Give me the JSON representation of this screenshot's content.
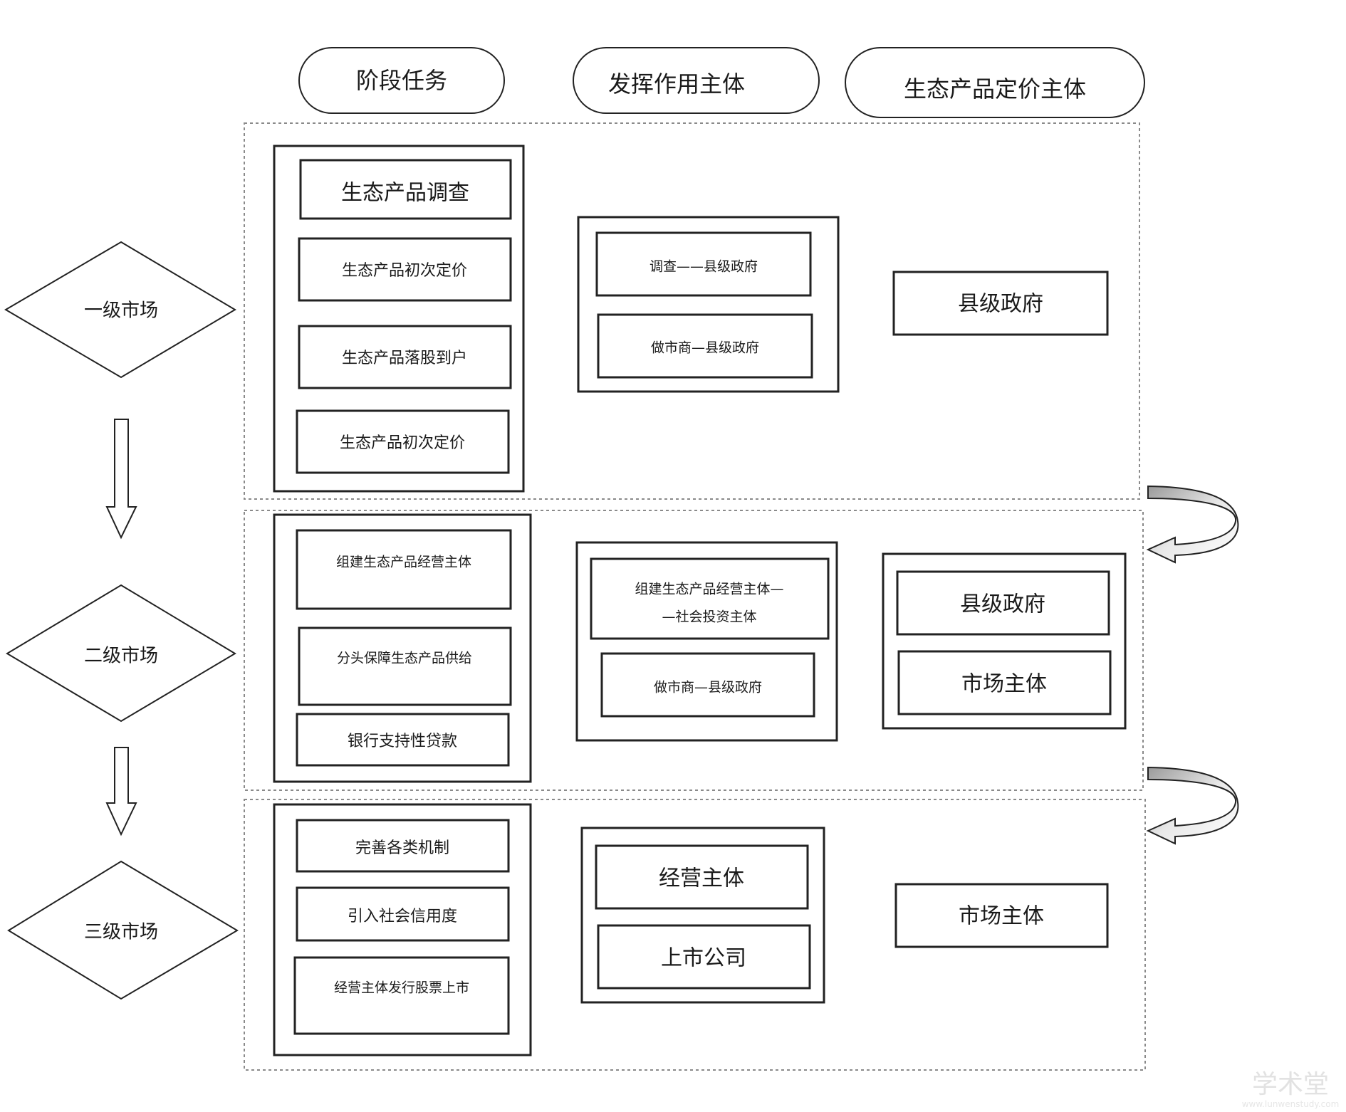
{
  "headers": {
    "stage_tasks": "阶段任务",
    "acting_entities": "发挥作用主体",
    "pricing_entities": "生态产品定价主体"
  },
  "markets": {
    "primary": "一级市场",
    "secondary": "二级市场",
    "tertiary": "三级市场"
  },
  "level1": {
    "tasks": [
      "生态产品调查",
      "生态产品初次定价",
      "生态产品落股到户",
      "生态产品初次定价"
    ],
    "actors": [
      "调查——县级政府",
      "做市商—县级政府"
    ],
    "pricing": [
      "县级政府"
    ]
  },
  "level2": {
    "tasks": [
      "组建生态产品经营主体",
      "分头保障生态产品供给",
      "银行支持性贷款"
    ],
    "actors": [
      "组建生态产品经营主体—",
      "—社会投资主体",
      "做市商—县级政府"
    ],
    "pricing": [
      "县级政府",
      "市场主体"
    ]
  },
  "level3": {
    "tasks": [
      "完善各类机制",
      "引入社会信用度",
      "经营主体发行股票上市"
    ],
    "actors": [
      "经营主体",
      "上市公司"
    ],
    "pricing": [
      "市场主体"
    ]
  },
  "watermark": {
    "name": "学术堂",
    "url": "www.lunwenstudy.com"
  }
}
